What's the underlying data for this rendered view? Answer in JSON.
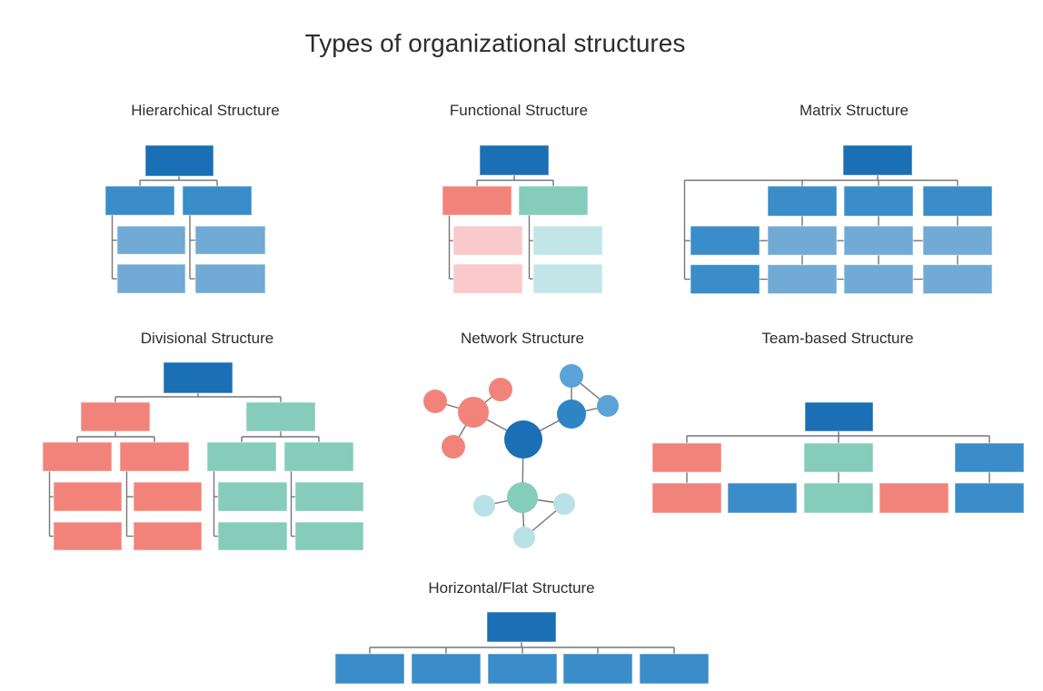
{
  "page_title": "Types of organizational structures",
  "palette": {
    "dark_blue": "#1b6fb4",
    "mid_blue": "#3a8dc8",
    "light_blue": "#72aad6",
    "hub_blue": "#2e85c5",
    "sat_blue": "#5ba3d6",
    "salmon": "#f2837b",
    "light_pink": "#f9c9cb",
    "teal": "#85ccba",
    "light_teal": "#c2e5e7",
    "sat_teal": "#b9e2e6",
    "connector": "#757575",
    "text": "#2d2d2d",
    "background": "#ffffff"
  },
  "diagrams": [
    {
      "id": "hierarchical-structure",
      "title": "Hierarchical Structure",
      "layout_type": "tree",
      "rects": [
        [
          160,
          160,
          75,
          34,
          "dark_blue"
        ],
        [
          116,
          205,
          76,
          32,
          "mid_blue"
        ],
        [
          201,
          205,
          76,
          32,
          "mid_blue"
        ],
        [
          129,
          249,
          75,
          31,
          "light_blue"
        ],
        [
          129,
          291,
          75,
          32,
          "light_blue"
        ],
        [
          215,
          249,
          77,
          31,
          "light_blue"
        ],
        [
          215,
          291,
          77,
          32,
          "light_blue"
        ]
      ],
      "lines": [
        [
          197,
          194,
          197,
          198.5
        ],
        [
          154,
          198.5,
          239,
          198.5
        ],
        [
          154,
          198.5,
          154,
          205
        ],
        [
          239,
          198.5,
          239,
          205
        ],
        [
          123.5,
          237,
          123.5,
          307
        ],
        [
          123.5,
          264.5,
          129,
          264.5
        ],
        [
          123.5,
          307,
          129,
          307
        ],
        [
          209,
          237,
          209,
          307
        ],
        [
          209,
          264.5,
          215,
          264.5
        ],
        [
          209,
          307,
          215,
          307
        ]
      ]
    },
    {
      "id": "functional-structure",
      "title": "Functional Structure",
      "layout_type": "tree",
      "rects": [
        [
          528,
          160,
          76,
          33,
          "dark_blue"
        ],
        [
          487,
          205,
          76,
          32,
          "salmon"
        ],
        [
          571,
          205,
          76,
          32,
          "teal"
        ],
        [
          499,
          249,
          76,
          32,
          "light_pink"
        ],
        [
          499,
          291,
          76,
          32,
          "light_pink"
        ],
        [
          587,
          249,
          76,
          32,
          "light_teal"
        ],
        [
          587,
          291,
          76,
          32,
          "light_teal"
        ]
      ],
      "lines": [
        [
          566,
          193,
          566,
          198.5
        ],
        [
          525,
          198.5,
          609,
          198.5
        ],
        [
          525,
          198.5,
          525,
          205
        ],
        [
          609,
          198.5,
          609,
          205
        ],
        [
          494.5,
          237,
          494.5,
          307
        ],
        [
          494.5,
          265,
          499,
          265
        ],
        [
          494.5,
          307,
          499,
          307
        ],
        [
          582.5,
          237,
          582.5,
          307
        ],
        [
          582.5,
          265,
          587,
          265
        ],
        [
          582.5,
          307,
          587,
          307
        ]
      ]
    },
    {
      "id": "matrix-structure",
      "title": "Matrix Structure",
      "layout_type": "matrix-grid",
      "rects": [
        [
          928,
          160,
          76,
          33,
          "dark_blue"
        ],
        [
          845,
          205,
          76,
          33,
          "mid_blue"
        ],
        [
          929,
          205,
          76,
          33,
          "mid_blue"
        ],
        [
          1016,
          205,
          76,
          33,
          "mid_blue"
        ],
        [
          760,
          249,
          76,
          32,
          "mid_blue"
        ],
        [
          760,
          291.5,
          76,
          32,
          "mid_blue"
        ],
        [
          845,
          249,
          76,
          32,
          "light_blue"
        ],
        [
          929,
          249,
          76,
          32,
          "light_blue"
        ],
        [
          1016,
          249,
          76,
          32,
          "light_blue"
        ],
        [
          845,
          291.5,
          76,
          32,
          "light_blue"
        ],
        [
          929,
          291.5,
          76,
          32,
          "light_blue"
        ],
        [
          1016,
          291.5,
          76,
          32,
          "light_blue"
        ]
      ],
      "lines": [
        [
          966,
          193,
          966,
          198.5
        ],
        [
          753.5,
          198.5,
          1054,
          198.5
        ],
        [
          883,
          198.5,
          883,
          205
        ],
        [
          967,
          198.5,
          967,
          205
        ],
        [
          1054,
          198.5,
          1054,
          205
        ],
        [
          753.5,
          198.5,
          753.5,
          307.5
        ],
        [
          753.5,
          265,
          760,
          265
        ],
        [
          753.5,
          307.5,
          760,
          307.5
        ],
        [
          883,
          238,
          883,
          249
        ],
        [
          967,
          238,
          967,
          249
        ],
        [
          1054,
          238,
          1054,
          249
        ],
        [
          883,
          281,
          883,
          291.5
        ],
        [
          967,
          281,
          967,
          291.5
        ],
        [
          1054,
          281,
          1054,
          291.5
        ],
        [
          836,
          265,
          845,
          265
        ],
        [
          921,
          265,
          929,
          265
        ],
        [
          1005,
          265,
          1016,
          265
        ],
        [
          836,
          307.5,
          845,
          307.5
        ],
        [
          921,
          307.5,
          929,
          307.5
        ],
        [
          1005,
          307.5,
          1016,
          307.5
        ]
      ]
    },
    {
      "id": "divisional-structure",
      "title": "Divisional Structure",
      "layout_type": "tree",
      "rects": [
        [
          180,
          399,
          76,
          34,
          "dark_blue"
        ],
        [
          89,
          443,
          76,
          32,
          "salmon"
        ],
        [
          271,
          443,
          76,
          32,
          "teal"
        ],
        [
          47,
          487,
          76,
          32,
          "salmon"
        ],
        [
          132,
          487,
          76,
          32,
          "salmon"
        ],
        [
          228,
          487,
          76,
          32,
          "teal"
        ],
        [
          313,
          487,
          76,
          32,
          "teal"
        ],
        [
          59,
          531,
          75,
          32,
          "salmon"
        ],
        [
          59,
          575,
          75,
          31,
          "salmon"
        ],
        [
          147,
          531,
          75,
          32,
          "salmon"
        ],
        [
          147,
          575,
          75,
          31,
          "salmon"
        ],
        [
          240,
          531,
          76,
          32,
          "teal"
        ],
        [
          240,
          575,
          76,
          31,
          "teal"
        ],
        [
          325,
          531,
          75,
          32,
          "teal"
        ],
        [
          325,
          575,
          75,
          31,
          "teal"
        ]
      ],
      "lines": [
        [
          218,
          433,
          218,
          437
        ],
        [
          127,
          437,
          309,
          437
        ],
        [
          127,
          437,
          127,
          443
        ],
        [
          309,
          437,
          309,
          443
        ],
        [
          127,
          475,
          127,
          481
        ],
        [
          85,
          481,
          170,
          481
        ],
        [
          85,
          481,
          85,
          487
        ],
        [
          170,
          481,
          170,
          487
        ],
        [
          309,
          475,
          309,
          481
        ],
        [
          266,
          481,
          351,
          481
        ],
        [
          266,
          481,
          266,
          487
        ],
        [
          351,
          481,
          351,
          487
        ],
        [
          54.5,
          519,
          54.5,
          590.5
        ],
        [
          54.5,
          547,
          59,
          547
        ],
        [
          54.5,
          590.5,
          59,
          590.5
        ],
        [
          139.5,
          519,
          139.5,
          590.5
        ],
        [
          139.5,
          547,
          147,
          547
        ],
        [
          139.5,
          590.5,
          147,
          590.5
        ],
        [
          235.5,
          519,
          235.5,
          590.5
        ],
        [
          235.5,
          547,
          240,
          547
        ],
        [
          235.5,
          590.5,
          240,
          590.5
        ],
        [
          320.5,
          519,
          320.5,
          590.5
        ],
        [
          320.5,
          547,
          325,
          547
        ],
        [
          320.5,
          590.5,
          325,
          590.5
        ]
      ]
    },
    {
      "id": "network-structure",
      "title": "Network Structure",
      "layout_type": "network",
      "circles": [
        [
          576,
          484,
          21,
          "dark_blue"
        ],
        [
          521,
          454,
          17,
          "salmon"
        ],
        [
          479,
          442,
          13,
          "salmon"
        ],
        [
          551,
          429,
          13,
          "salmon"
        ],
        [
          499,
          492,
          13,
          "salmon"
        ],
        [
          629,
          456,
          16,
          "hub_blue"
        ],
        [
          629,
          414,
          13,
          "sat_blue"
        ],
        [
          669,
          447,
          12,
          "sat_blue"
        ],
        [
          575,
          548,
          17,
          "teal"
        ],
        [
          533,
          557,
          12,
          "sat_teal"
        ],
        [
          621,
          555,
          12,
          "sat_teal"
        ],
        [
          577,
          592,
          12,
          "sat_teal"
        ]
      ],
      "lines": [
        [
          576,
          484,
          521,
          454
        ],
        [
          521,
          454,
          479,
          442
        ],
        [
          521,
          454,
          551,
          429
        ],
        [
          521,
          454,
          499,
          492
        ],
        [
          576,
          484,
          629,
          456
        ],
        [
          629,
          456,
          629,
          414
        ],
        [
          629,
          414,
          669,
          447
        ],
        [
          629,
          456,
          669,
          447
        ],
        [
          576,
          484,
          575,
          548
        ],
        [
          575,
          548,
          533,
          557
        ],
        [
          575,
          548,
          621,
          555
        ],
        [
          575,
          548,
          577,
          592
        ],
        [
          577,
          592,
          621,
          555
        ]
      ]
    },
    {
      "id": "team-based-structure",
      "title": "Team-based Structure",
      "layout_type": "tree",
      "rects": [
        [
          886,
          443,
          75,
          32,
          "dark_blue"
        ],
        [
          718,
          488,
          76,
          32,
          "salmon"
        ],
        [
          885,
          488,
          76,
          32,
          "teal"
        ],
        [
          1051,
          488,
          76,
          32,
          "mid_blue"
        ],
        [
          718,
          532,
          76,
          33,
          "salmon"
        ],
        [
          801,
          532,
          76,
          33,
          "mid_blue"
        ],
        [
          885,
          532,
          76,
          33,
          "teal"
        ],
        [
          968,
          532,
          76,
          33,
          "salmon"
        ],
        [
          1051,
          532,
          76,
          33,
          "mid_blue"
        ]
      ],
      "lines": [
        [
          923,
          475,
          923,
          480
        ],
        [
          756,
          480,
          1089,
          480
        ],
        [
          756,
          480,
          756,
          488
        ],
        [
          923,
          480,
          923,
          488
        ],
        [
          1089,
          480,
          1089,
          488
        ],
        [
          756,
          520,
          756,
          532
        ],
        [
          923,
          520,
          923,
          532
        ],
        [
          1089,
          520,
          1089,
          532
        ]
      ]
    },
    {
      "id": "horizontal-flat-structure",
      "title": "Horizontal/Flat Structure",
      "layout_type": "flat",
      "rects": [
        [
          536,
          674,
          76,
          33,
          "dark_blue"
        ],
        [
          369,
          720,
          76,
          33,
          "mid_blue"
        ],
        [
          453,
          720,
          76,
          33,
          "mid_blue"
        ],
        [
          537,
          720,
          76,
          33,
          "mid_blue"
        ],
        [
          620,
          720,
          76,
          33,
          "mid_blue"
        ],
        [
          704,
          720,
          76,
          33,
          "mid_blue"
        ]
      ],
      "lines": [
        [
          574,
          707,
          574,
          713
        ],
        [
          407,
          713,
          742,
          713
        ],
        [
          407,
          713,
          407,
          720
        ],
        [
          491,
          713,
          491,
          720
        ],
        [
          575,
          713,
          575,
          720
        ],
        [
          658,
          713,
          658,
          720
        ],
        [
          742,
          713,
          742,
          720
        ]
      ]
    }
  ]
}
